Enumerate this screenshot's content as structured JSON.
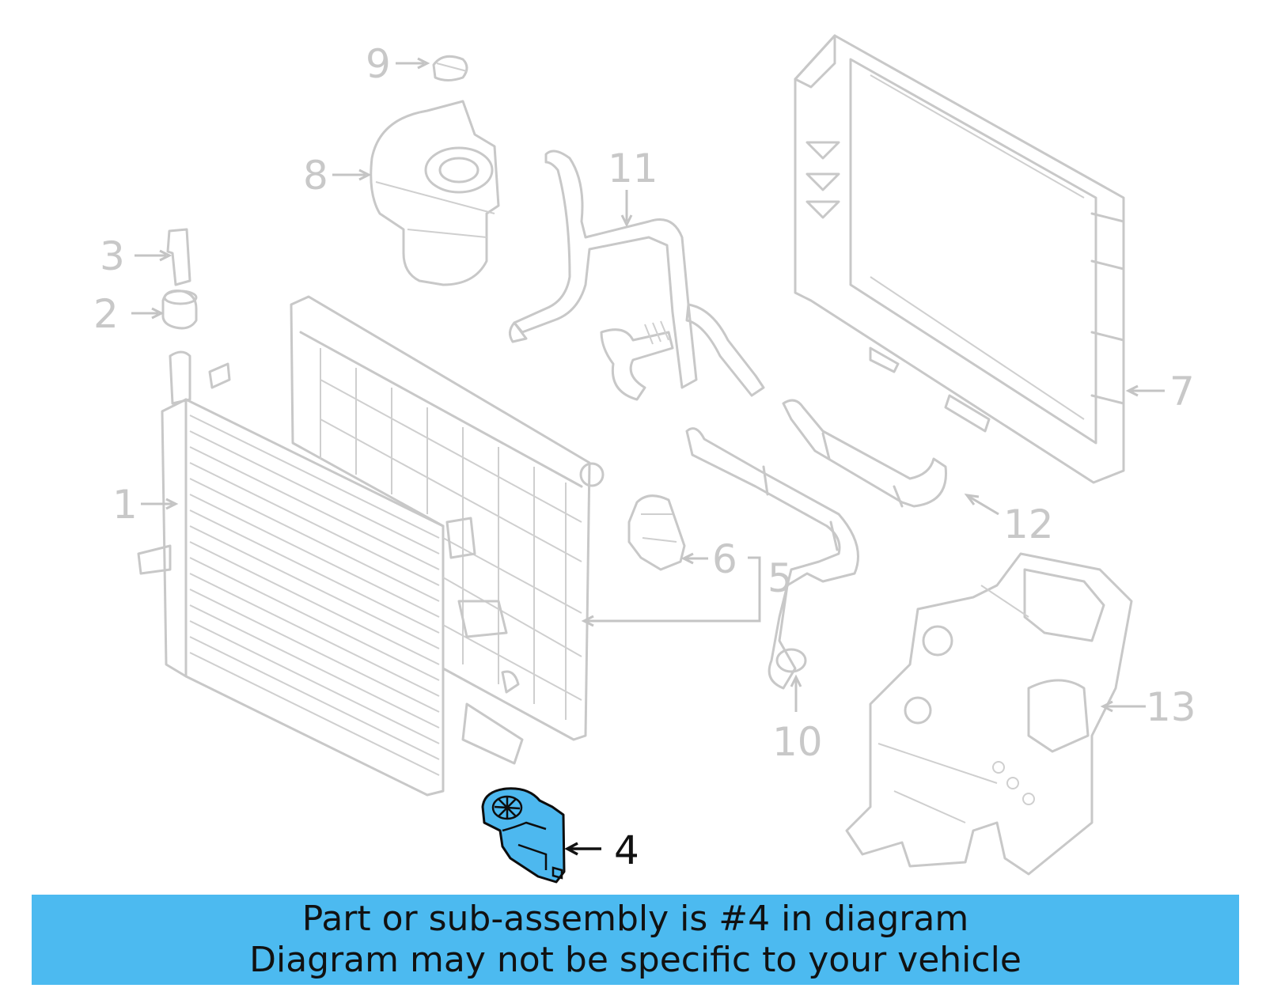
{
  "diagram": {
    "highlight_color": "#4db8ef",
    "part_line_color": "#c8c8c8",
    "callouts": [
      {
        "id": "c1",
        "label": "1"
      },
      {
        "id": "c2",
        "label": "2"
      },
      {
        "id": "c3",
        "label": "3"
      },
      {
        "id": "c4",
        "label": "4",
        "highlighted": true
      },
      {
        "id": "c5",
        "label": "5"
      },
      {
        "id": "c6",
        "label": "6"
      },
      {
        "id": "c7",
        "label": "7"
      },
      {
        "id": "c8",
        "label": "8"
      },
      {
        "id": "c9",
        "label": "9"
      },
      {
        "id": "c10",
        "label": "10"
      },
      {
        "id": "c11",
        "label": "11"
      },
      {
        "id": "c12",
        "label": "12"
      },
      {
        "id": "c13",
        "label": "13"
      }
    ]
  },
  "banner": {
    "background": "#4cbaf0",
    "line1": "Part or sub-assembly is #4 in diagram",
    "line2": "Diagram may not be specific to your vehicle"
  }
}
